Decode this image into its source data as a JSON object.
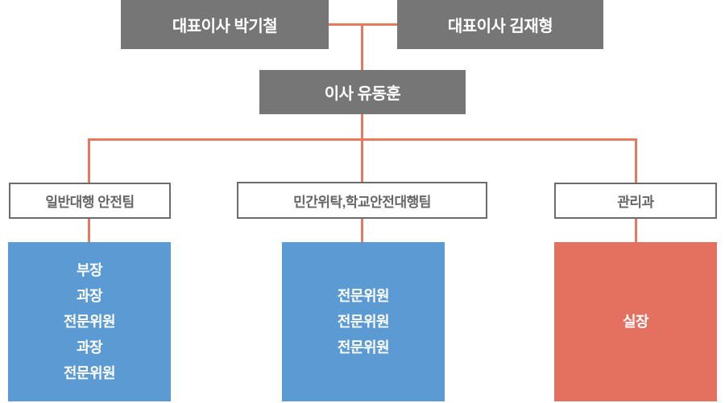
{
  "palette": {
    "executive_box": "#767676",
    "department_border": "#6b6b6b",
    "department_text": "#666666",
    "team_blue": "#5b9ad2",
    "team_red": "#e4705f",
    "connector_line": "#e8795f"
  },
  "org_chart": {
    "type": "organizational-chart",
    "executives": [
      {
        "label": "대표이사 박기철"
      },
      {
        "label": "대표이사 김재형"
      }
    ],
    "director": {
      "label": "이사 유동훈"
    },
    "departments": [
      {
        "label": "일반대행 안전팀",
        "color": "blue",
        "members": [
          "부장",
          "과장",
          "전문위원",
          "과장",
          "전문위원"
        ]
      },
      {
        "label": "민간위탁,학교안전대행팀",
        "color": "blue",
        "members": [
          "전문위원",
          "전문위원",
          "전문위원"
        ]
      },
      {
        "label": "관리과",
        "color": "red",
        "members": [
          "실장"
        ]
      }
    ]
  }
}
